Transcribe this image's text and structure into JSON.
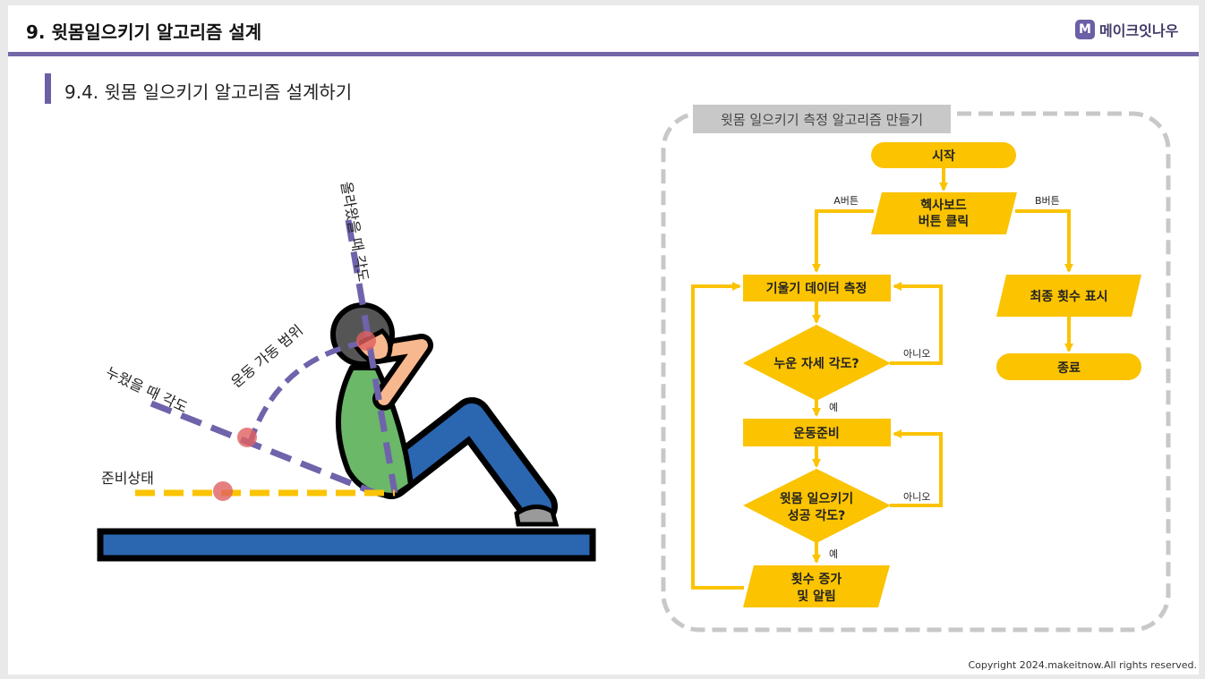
{
  "header": {
    "title": "9. 윗몸일으키기 알고리즘 설계",
    "brand_mark": "M",
    "brand_name": "메이크잇나우"
  },
  "section": {
    "title": "9.4. 윗몸 일으키기 알고리즘 설계하기"
  },
  "illustration": {
    "label_up_angle": "올라왔을 때 각도",
    "label_range": "운동 가동 범위",
    "label_down_angle": "누웠을 때 각도",
    "label_ready": "준비상태"
  },
  "flowchart": {
    "title": "윗몸 일으키기 측정 알고리즘 만들기",
    "start": "시작",
    "button_line1": "헥사보드",
    "button_line2": "버튼 클릭",
    "a_button": "A버튼",
    "b_button": "B버튼",
    "measure": "기울기 데이터 측정",
    "lying_question": "누운 자세 각도?",
    "no_1": "아니오",
    "yes_1": "예",
    "ready": "운동준비",
    "success_line1": "윗몸 일으키기",
    "success_line2": "성공 각도?",
    "no_2": "아니오",
    "yes_2": "예",
    "count_line1": "횟수 증가",
    "count_line2": "및 알림",
    "final_count": "최종 횟수 표시",
    "end": "종료"
  },
  "footer": {
    "copyright": "Copyright 2024.makeitnow.All rights reserved."
  },
  "colors": {
    "accent_purple": "#7467a8",
    "flow_yellow": "#fbc300",
    "mat_blue": "#2b66b0",
    "shirt_green": "#6ab868",
    "skin": "#f8b88f",
    "marker_red": "#e06060",
    "dash_gray": "#c8c8c8"
  }
}
